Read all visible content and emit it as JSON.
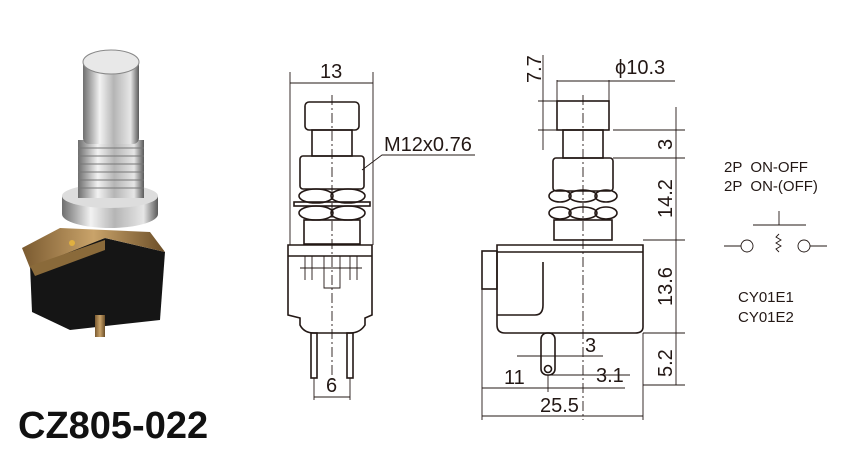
{
  "product": {
    "model": "CZ805-022"
  },
  "front_view": {
    "width_dim": "13",
    "thread_label": "M12x0.76",
    "pin_spacing_dim": "6"
  },
  "side_view": {
    "cap_height_dim": "7.7",
    "cap_diameter_dim": "ϕ10.3",
    "right_dims": [
      "3",
      "14.2",
      "13.6",
      "5.2"
    ],
    "pin_width_dim": "3",
    "pin_offset_dim": "3.1",
    "pin_position_dim": "11",
    "total_length_dim": "25.5"
  },
  "schematic": {
    "types": [
      "2P  ON-OFF",
      "2P  ON-(OFF)"
    ],
    "codes": [
      "CY01E1",
      "CY01E2"
    ]
  },
  "colors": {
    "line": "#231815",
    "body": "#1a1a1a",
    "metal": "#c8c8c8",
    "bracket": "#a07a45"
  }
}
